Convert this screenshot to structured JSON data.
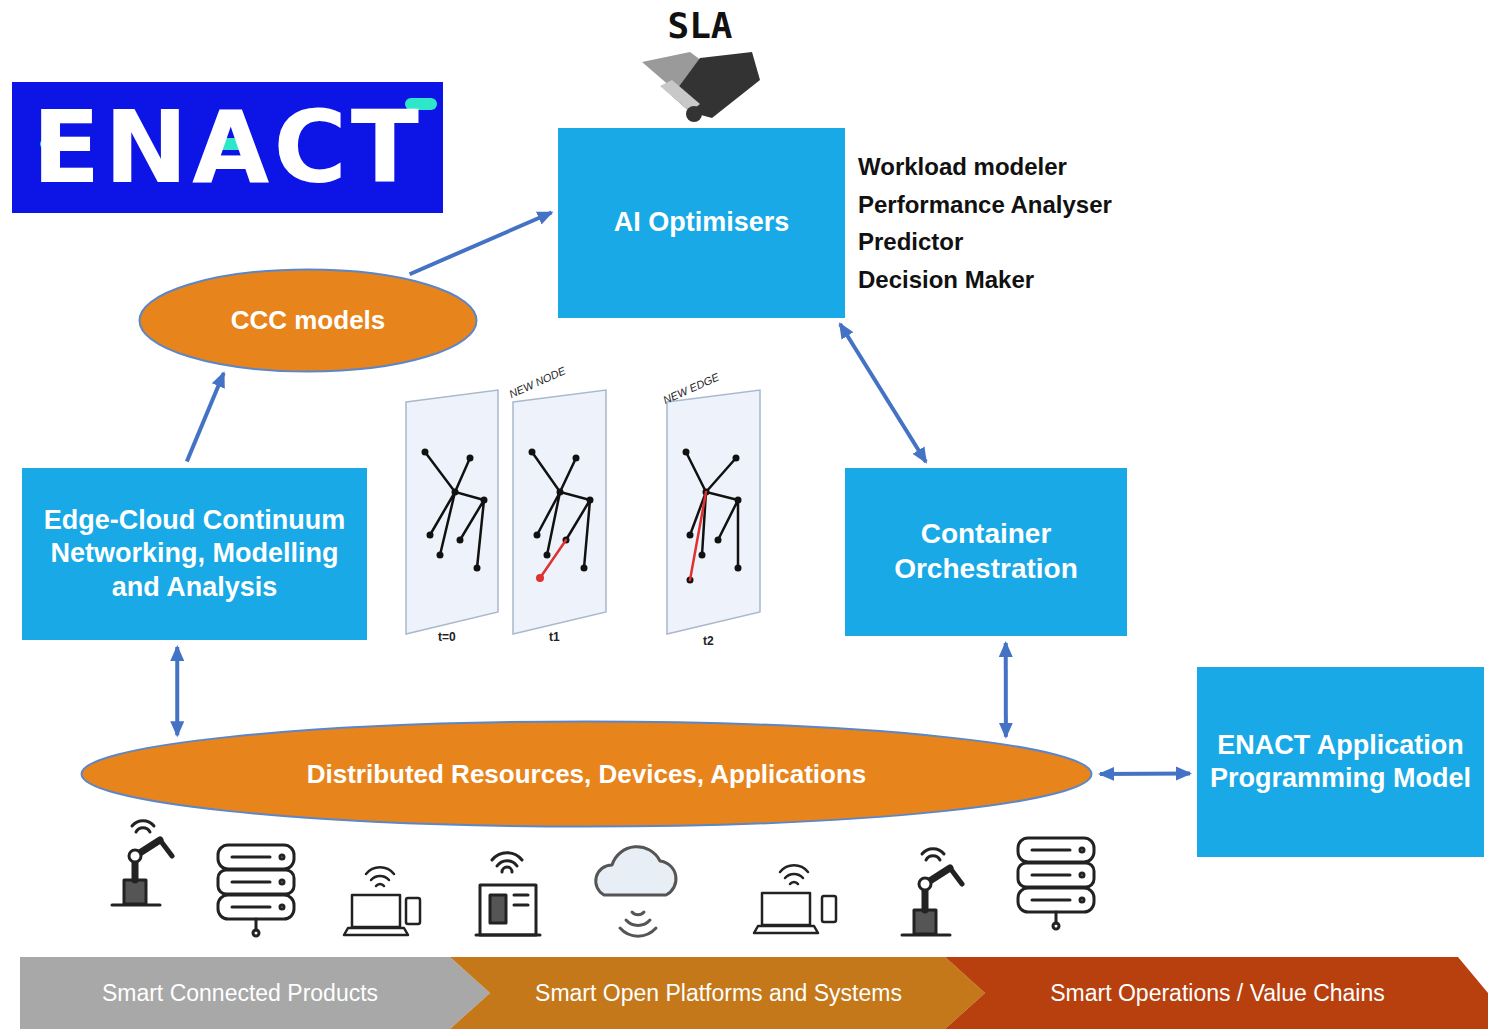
{
  "diagram": {
    "nodes": [
      {
        "text": [
          "AI Optimisers"
        ]
      },
      {
        "text": [
          "CCC models"
        ]
      },
      {
        "text": [
          "Edge-Cloud Continuum Networking, Modelling and Analysis"
        ]
      },
      {
        "text": [
          "Container Orchestration"
        ]
      },
      {
        "text": [
          "Distributed Resources, Devices, Applications"
        ]
      },
      {
        "text": [
          "ENACT Application Programming Model"
        ]
      },
      {
        "text": [
          "Smart Connected Products"
        ]
      },
      {
        "text": [
          "Smart Open Platforms and Systems"
        ]
      },
      {
        "text": [
          "Smart Operations / Value Chains"
        ]
      }
    ],
    "edges": [
      {
        "from": 2,
        "to": 1,
        "arrow": "to"
      },
      {
        "from": 1,
        "to": 0,
        "arrow": "to"
      },
      {
        "from": 0,
        "to": 3,
        "arrow": "both"
      },
      {
        "from": 2,
        "to": 4,
        "arrow": "both"
      },
      {
        "from": 3,
        "to": 4,
        "arrow": "both"
      },
      {
        "from": 4,
        "to": 5,
        "arrow": "both"
      }
    ],
    "labels": [
      "ENACT",
      "SLA",
      "Workload modeler",
      "Performance Analyser",
      "Predictor",
      "Decision Maker",
      "NEW NODE",
      "NEW EDGE",
      "t=0",
      "t1",
      "t2"
    ]
  }
}
